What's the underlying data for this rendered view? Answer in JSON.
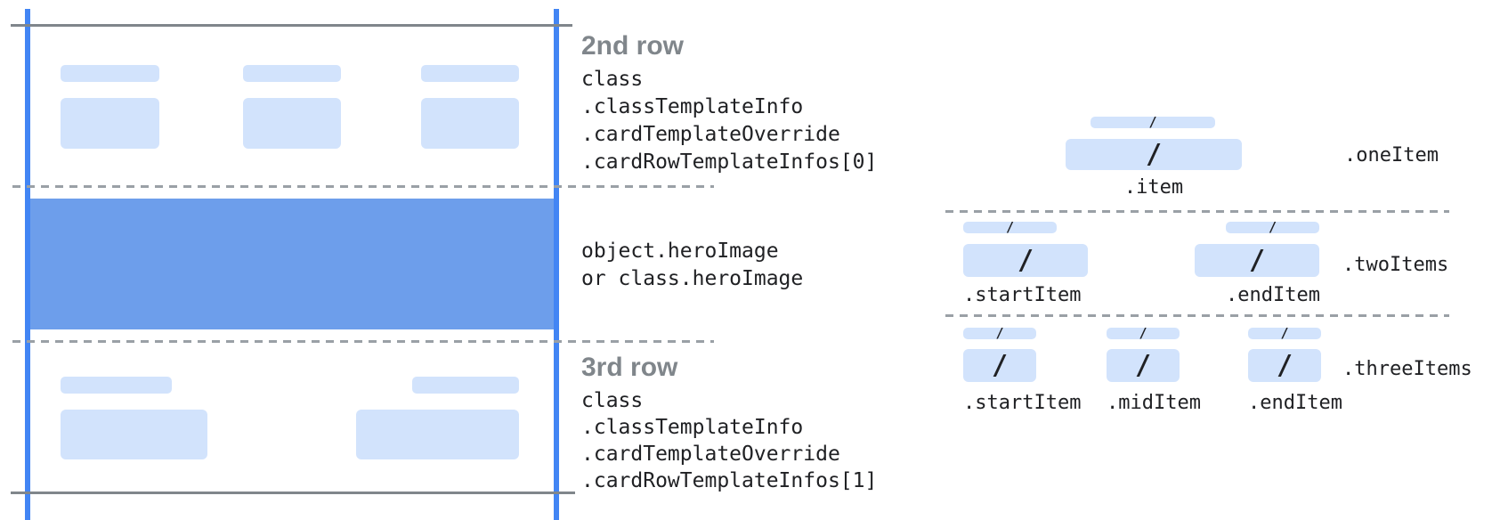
{
  "colors": {
    "placeholder_bar_fill": "#d2e3fc",
    "hero_image_fill": "#6d9eeb",
    "guide_line_blue": "#4285f4",
    "boundary_line_gray": "#80868b",
    "dashed_line_gray": "#9aa0a6",
    "heading_gray": "#80868b",
    "code_text": "#202124"
  },
  "left_figure": {
    "row2": {
      "heading": "2nd row",
      "code_lines": [
        "class",
        ".classTemplateInfo",
        ".cardTemplateOverride",
        ".cardRowTemplateInfos[0]"
      ]
    },
    "hero": {
      "code_lines": [
        "object.heroImage",
        "or class.heroImage"
      ]
    },
    "row3": {
      "heading": "3rd row",
      "code_lines": [
        "class",
        ".classTemplateInfo",
        ".cardTemplateOverride",
        ".cardRowTemplateInfos[1]"
      ]
    }
  },
  "right_figure": {
    "slash": "/",
    "rows": [
      {
        "row_label": ".oneItem",
        "items": [
          {
            "label": ".item"
          }
        ]
      },
      {
        "row_label": ".twoItems",
        "items": [
          {
            "label": ".startItem"
          },
          {
            "label": ".endItem"
          }
        ]
      },
      {
        "row_label": ".threeItems",
        "items": [
          {
            "label": ".startItem"
          },
          {
            "label": ".midItem"
          },
          {
            "label": ".endItem"
          }
        ]
      }
    ]
  }
}
